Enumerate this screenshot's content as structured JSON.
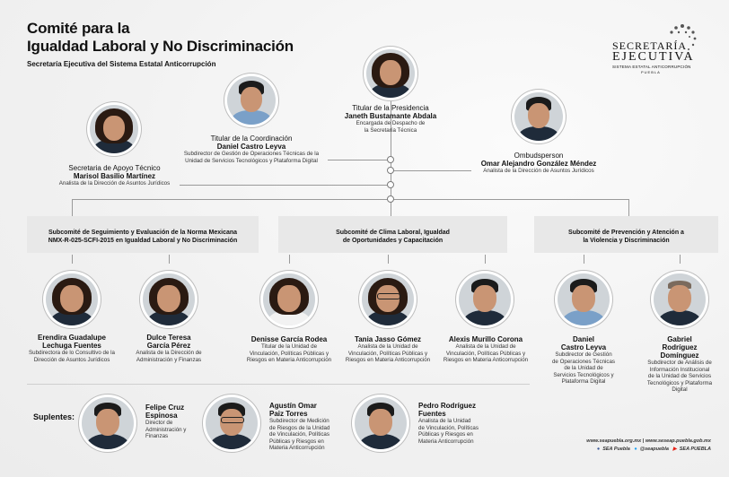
{
  "header": {
    "title_line1": "Comité para la",
    "title_line2": "Igualdad Laboral y No Discriminación",
    "subtitle": "Secretaría Ejecutiva del Sistema Estatal Anticorrupción"
  },
  "logo": {
    "line1": "SECRETARÍA",
    "line2": "EJECUTIVA",
    "line3": "SISTEMA ESTATAL ANTICORRUPCIÓN",
    "line4": "PUEBLA"
  },
  "top": {
    "presidencia": {
      "role": "Titular de la Presidencia",
      "name": "Janeth Bustamante Abdala",
      "desc1": "Encargada de Despacho de",
      "desc2": "la Secretaría Técnica"
    },
    "coordinacion": {
      "role": "Titular de la Coordinación",
      "name": "Daniel Castro Leyva",
      "desc1": "Subdirector de Gestión de Operaciones Técnicas de la",
      "desc2": "Unidad de Servicios Tecnológicos y Plataforma Digital"
    },
    "apoyo": {
      "role": "Secretaria de Apoyo Técnico",
      "name": "Marisol Basilio Martínez",
      "desc1": "Analista de la Dirección de Asuntos Jurídicos"
    },
    "ombudsperson": {
      "role": "Ombudsperson",
      "name": "Omar Alejandro González Méndez",
      "desc1": "Analista de la Dirección de Asuntos Jurídicos"
    }
  },
  "subcommittees": [
    {
      "line1": "Subcomité de Seguimiento y Evaluación de la Norma Mexicana",
      "line2": "NMX-R-025-SCFI-2015 en Igualdad Laboral y No Discriminación"
    },
    {
      "line1": "Subcomité de Clima Laboral, Igualdad",
      "line2": "de Oportunidades y Capacitación"
    },
    {
      "line1": "Subcomité de Prevención y Atención a",
      "line2": "la Violencia y Discriminación"
    }
  ],
  "members": [
    {
      "name1": "Erendira Guadalupe",
      "name2": "Lechuga Fuentes",
      "desc": [
        "Subdirectora de lo Consultivo de la",
        "Dirección de Asuntos Jurídicos"
      ]
    },
    {
      "name1": "Dulce Teresa",
      "name2": "García Pérez",
      "desc": [
        "Analista de la Dirección de",
        "Administración y Finanzas"
      ]
    },
    {
      "name1": "Denisse García Rodea",
      "name2": "",
      "desc": [
        "Titular de la Unidad de",
        "Vinculación, Políticas Públicas y",
        "Riesgos en Materia Anticorrupción"
      ]
    },
    {
      "name1": "Tania Jasso Gómez",
      "name2": "",
      "desc": [
        "Analista de la Unidad de",
        "Vinculación, Políticas Públicas y",
        "Riesgos en Materia Anticorrupción"
      ]
    },
    {
      "name1": "Alexis Murillo Corona",
      "name2": "",
      "desc": [
        "Analista de la Unidad de",
        "Vinculación, Políticas Públicas y",
        "Riesgos en Materia Anticorrupción"
      ]
    },
    {
      "name1": "Daniel",
      "name2": "Castro Leyva",
      "desc": [
        "Subdirector de Gestión",
        "de Operaciones Técnicas",
        "de la Unidad de",
        "Servicios Tecnológicos y",
        "Plataforma Digital"
      ]
    },
    {
      "name1": "Gabriel",
      "name2": "Rodríguez",
      "name3": "Domínguez",
      "desc": [
        "Subdirector de Análisis de",
        "Información Institucional",
        "de la Unidad de Servicios",
        "Tecnológicos y Plataforma",
        "Digital"
      ]
    }
  ],
  "suplentes": {
    "label": "Suplentes:",
    "people": [
      {
        "name1": "Felipe Cruz",
        "name2": "Espinosa",
        "desc": [
          "Director de",
          "Administración y",
          "Finanzas"
        ]
      },
      {
        "name1": "Agustín Omar",
        "name2": "Paiz Torres",
        "desc": [
          "Subdirector de Medición",
          "de Riesgos de la Unidad",
          "de Vinculación, Políticas",
          "Públicas y Riesgos en",
          "Materia Anticorrupción"
        ]
      },
      {
        "name1": "Pedro Rodríguez",
        "name2": "Fuentes",
        "desc": [
          "Analista de la Unidad",
          "de Vinculación, Políticas",
          "Públicas y Riesgos en",
          "Materia Anticorrupción"
        ]
      }
    ]
  },
  "footer": {
    "web1": "www.seapuebla.org.mx",
    "sep": "|",
    "web2": "www.seseap.puebla.gob.mx",
    "fb": "SEA Puebla",
    "tw": "@seapuebla",
    "yt": "SEA PUEBLA"
  }
}
